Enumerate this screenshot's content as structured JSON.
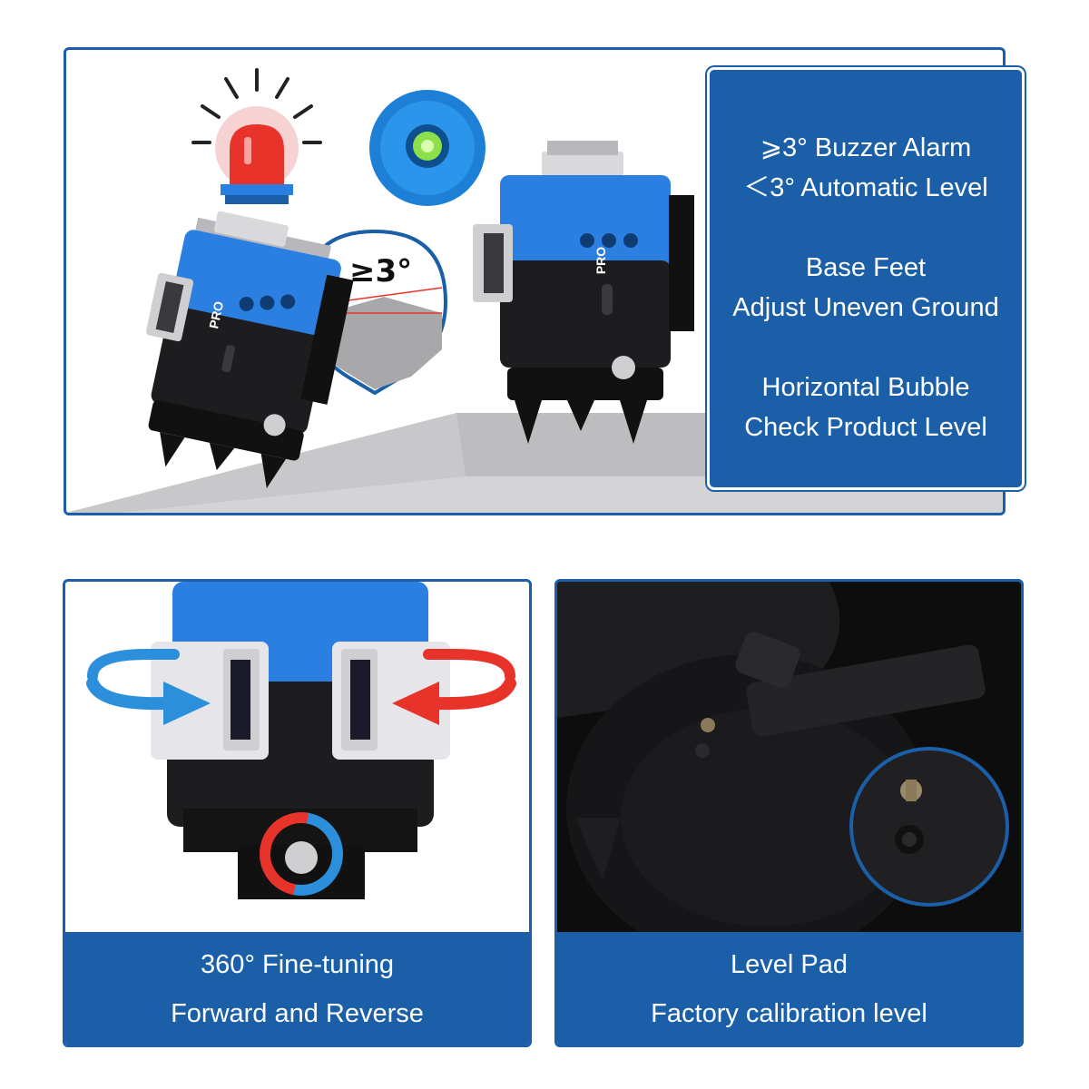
{
  "top_info": {
    "line1": "⩾3° Buzzer Alarm",
    "line2": "＜3° Automatic Level",
    "line3": "Base Feet",
    "line4": "Adjust Uneven Ground",
    "line5": "Horizontal Bubble",
    "line6": "Check Product Level"
  },
  "tilt_badge": "≥3°",
  "brand_logo": "PRO",
  "panel_left": {
    "line1": "360° Fine-tuning",
    "line2": "Forward and Reverse"
  },
  "panel_right": {
    "line1": "Level Pad",
    "line2": "Factory calibration level"
  },
  "colors": {
    "accent": "#1a5fa8",
    "device_blue": "#2a7fe0",
    "alarm_red": "#e8332a",
    "arrow_blue": "#2b8fdb",
    "bubble_green": "#8ee04a"
  }
}
